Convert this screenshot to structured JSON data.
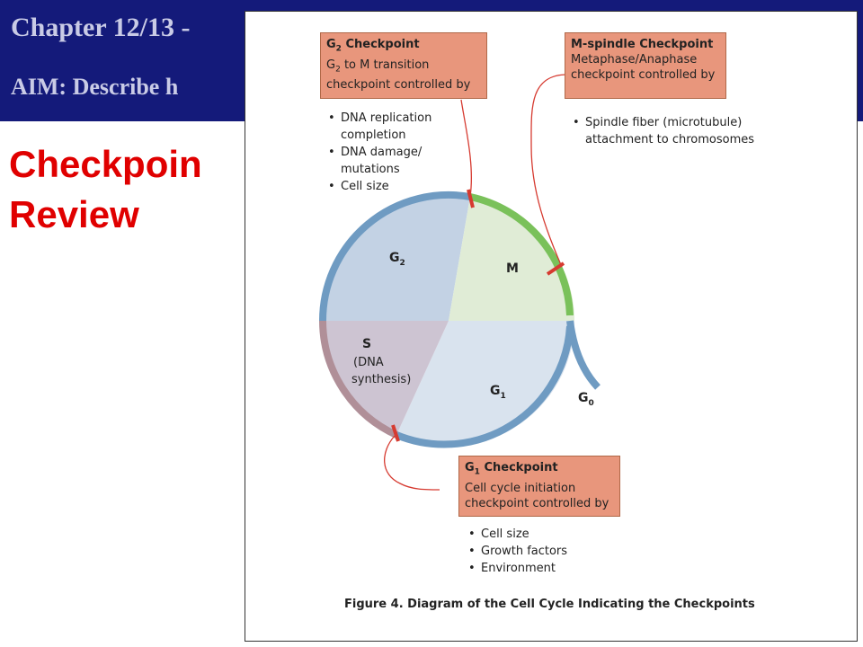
{
  "header": {
    "line1": "Chapter 12/13 -",
    "line2": "AIM: Describe h"
  },
  "slide": {
    "title_line1": "Checkpoin",
    "title_line2": "Review"
  },
  "figure": {
    "g2_box": {
      "title": "G2 Checkpoint",
      "line2": "G2 to M transition",
      "line3": "checkpoint controlled by"
    },
    "g2_bullets": [
      "DNA replication",
      "completion",
      "DNA damage/",
      "mutations",
      "Cell size"
    ],
    "m_box": {
      "title": "M-spindle Checkpoint",
      "line2": "Metaphase/Anaphase",
      "line3": "checkpoint controlled by"
    },
    "m_bullets": [
      "Spindle fiber (microtubule)",
      "attachment to chromosomes"
    ],
    "g1_box": {
      "title": "G1 Checkpoint",
      "line2": "Cell cycle initiation",
      "line3": "checkpoint controlled by"
    },
    "g1_bullets": [
      "Cell size",
      "Growth factors",
      "Environment"
    ],
    "phases": {
      "g2": "G2",
      "m": "M",
      "s": "S",
      "s_detail1": "(DNA",
      "s_detail2": "synthesis)",
      "g1": "G1",
      "g0": "G0"
    },
    "caption": "Figure 4. Diagram of the Cell Cycle Indicating the Checkpoints"
  },
  "colors": {
    "banner": "#141a7a",
    "title_red": "#e00000",
    "box_fill": "#e8967c",
    "g2_fill": "#c3d2e4",
    "m_fill": "#e0ecd6",
    "s_fill": "#cdc4d2",
    "g1_fill": "#d9e3ee",
    "ring_blue": "#6f9bc2",
    "ring_green": "#7ac15a",
    "ring_mauve": "#b08f98",
    "checkpoint_red": "#d63a30"
  }
}
